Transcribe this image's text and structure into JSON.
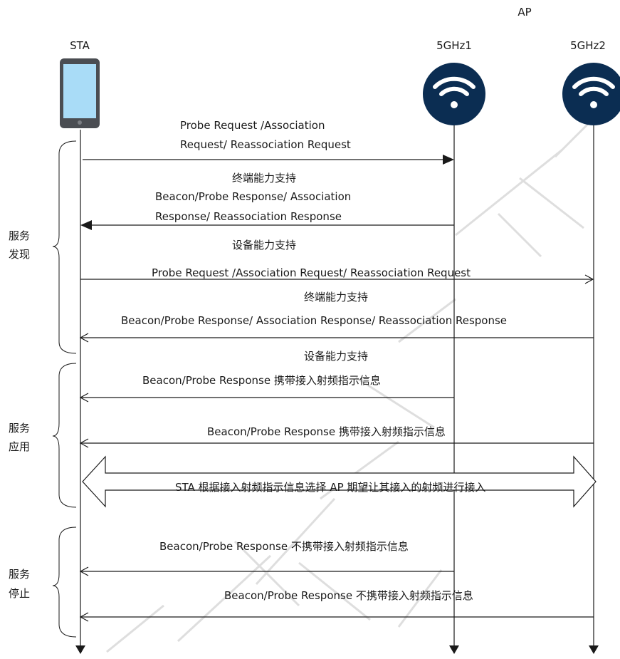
{
  "header": {
    "ap_label": "AP",
    "sta_label": "STA",
    "ap1_label": "5GHz1",
    "ap2_label": "5GHz2"
  },
  "groups": {
    "discovery": [
      "服务",
      "发现"
    ],
    "application": [
      "服务",
      "应用"
    ],
    "stop": [
      "服务",
      "停止"
    ]
  },
  "messages": {
    "m1_line1": "Probe Request /Association",
    "m1_line2": "Request/ Reassociation Request",
    "cap_terminal": "终端能力支持",
    "m2_line1": "Beacon/Probe Response/ Association",
    "m2_line2": "Response/ Reassociation Response",
    "cap_device": "设备能力支持",
    "m3": "Probe Request /Association Request/ Reassociation Request",
    "m4": "Beacon/Probe Response/ Association Response/ Reassociation Response",
    "m5": "Beacon/Probe Response  携带接入射频指示信息",
    "m6": "Beacon/Probe Response  携带接入射频指示信息",
    "m7": "STA 根据接入射频指示信息选择 AP 期望让其接入的射频进行接入",
    "m8": "Beacon/Probe Response  不携带接入射频指示信息",
    "m9": "Beacon/Probe Response  不携带接入射频指示信息"
  },
  "colors": {
    "line": "#1a1a1a",
    "wifi_circle": "#0b2d52",
    "wifi_arc": "#ffffff",
    "phone_body": "#4a4d52",
    "phone_screen": "#a9dcf7",
    "watermark": "#dcdcdc"
  },
  "icons": {
    "sta": "phone-icon",
    "ap1": "wifi-icon",
    "ap2": "wifi-icon"
  }
}
